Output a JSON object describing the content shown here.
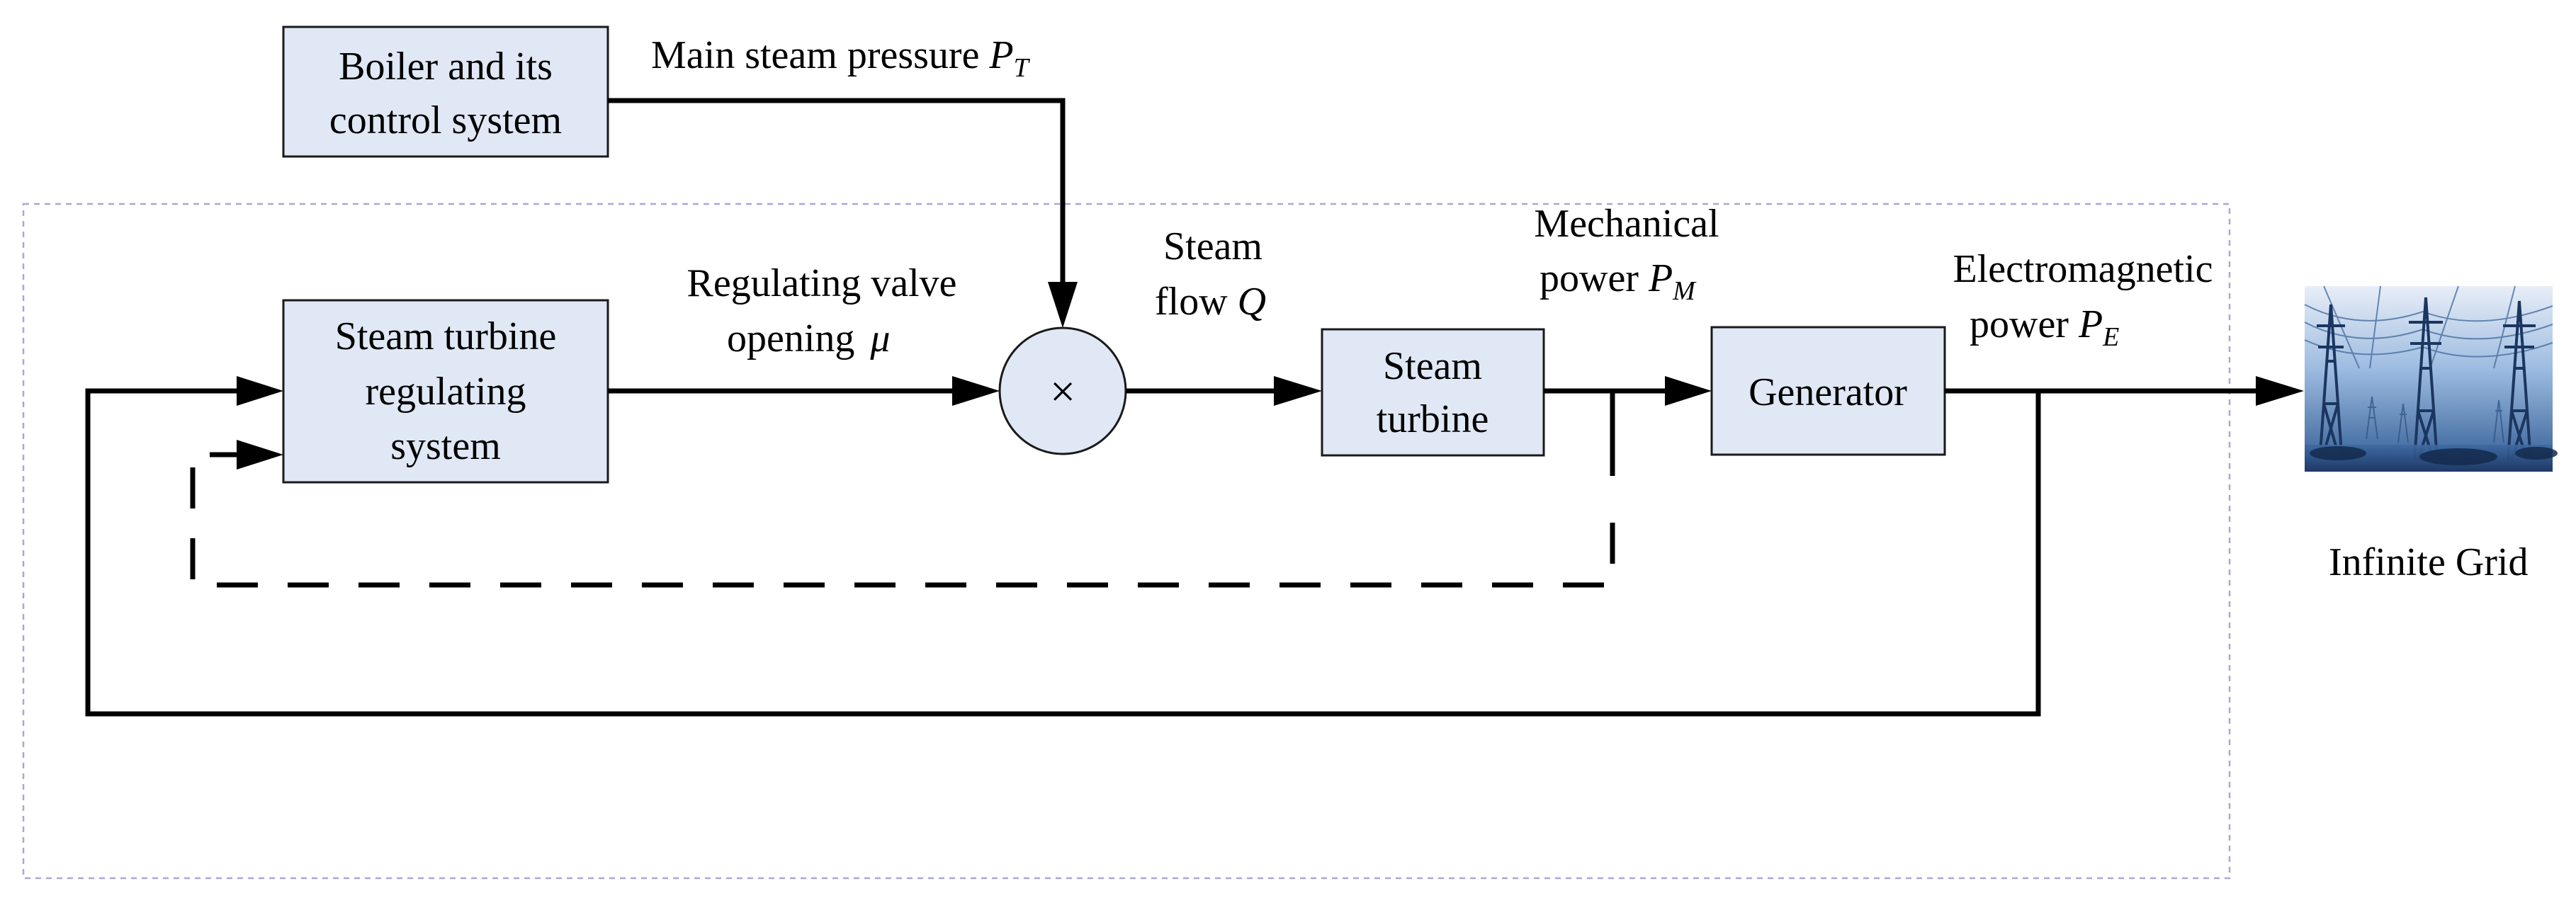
{
  "blocks": {
    "boiler": [
      "Boiler and its",
      "control system"
    ],
    "regulating_system": [
      "Steam turbine",
      "regulating",
      "system"
    ],
    "multiplier": "×",
    "steam_turbine": [
      "Steam",
      "turbine"
    ],
    "generator": "Generator"
  },
  "labels": {
    "main_steam_pressure": {
      "text": "Main steam pressure ",
      "symbol": "P",
      "subscript": "T"
    },
    "valve_opening": {
      "line1": "Regulating valve",
      "line2": "opening",
      "symbol": "μ"
    },
    "steam_flow": {
      "line1": "Steam",
      "line2": "flow ",
      "symbol": "Q"
    },
    "mechanical_power": {
      "line1": "Mechanical",
      "line2": "power ",
      "symbol": "P",
      "subscript": "M"
    },
    "electromagnetic_power": {
      "line1": "Electromagnetic",
      "line2": "power ",
      "symbol": "P",
      "subscript": "E"
    },
    "infinite_grid": "Infinite Grid"
  },
  "colors": {
    "block_fill": "#dfe8f4",
    "line": "#000000",
    "frame": "#a8a8d8",
    "grid_sky": "#6f9bd0"
  }
}
